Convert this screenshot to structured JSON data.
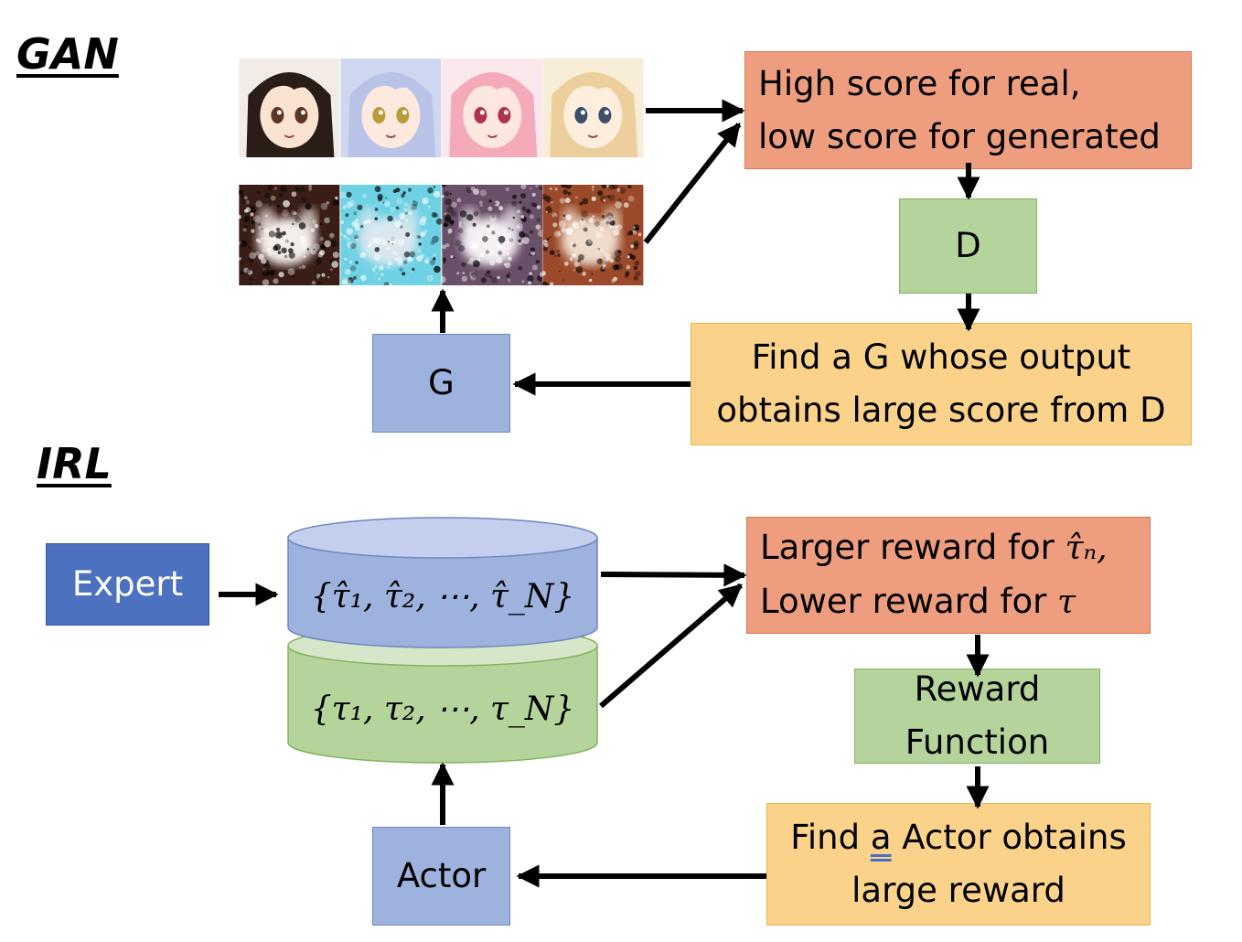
{
  "gan": {
    "title": "GAN",
    "scorer_box": {
      "line1": "High score for real,",
      "line2": "low score for generated"
    },
    "discriminator": "D",
    "generator": "G",
    "objective_box": {
      "line1": "Find a G whose output",
      "line2": "obtains large score from D"
    },
    "real_images": [
      {
        "hair": "#2a1c17",
        "skin": "#fbe3d2",
        "eye": "#5b3524",
        "bg": "#f3ece6"
      },
      {
        "hair": "#b9c3e8",
        "skin": "#fde9dd",
        "eye": "#b89b3a",
        "bg": "#cfd6ef"
      },
      {
        "hair": "#f4aab8",
        "skin": "#fde7e0",
        "eye": "#b1324f",
        "bg": "#fbe8ec"
      },
      {
        "hair": "#eccf9c",
        "skin": "#fdeedd",
        "eye": "#3d4f6a",
        "bg": "#f7ecd6"
      }
    ],
    "generated_images": [
      {
        "bg": "#3a1d17",
        "blob": "#f4ede8"
      },
      {
        "bg": "#6fd2e4",
        "blob": "#dbe7f0"
      },
      {
        "bg": "#6a4f68",
        "blob": "#f4f0f4"
      },
      {
        "bg": "#9a4a2a",
        "blob": "#f0dccb"
      }
    ]
  },
  "irl": {
    "title": "IRL",
    "expert": "Expert",
    "actor": "Actor",
    "expert_trajectories": "{τ̂₁, τ̂₂, ⋯, τ̂_N}",
    "actor_trajectories": "{τ₁, τ₂, ⋯, τ_N}",
    "reward_rule_box": {
      "line1_text": "Larger reward for ",
      "line1_math": "τ̂ₙ,",
      "line2_text": "Lower reward for ",
      "line2_math": "τ"
    },
    "reward_function": {
      "line1": "Reward",
      "line2": "Function"
    },
    "objective_box": {
      "line1_pre": "Find ",
      "line1_underlined": "a",
      "line1_post": " Actor obtains",
      "line2": "large reward"
    }
  },
  "colors": {
    "orange": "#ee9e7e",
    "green": "#b5d49c",
    "yellow": "#fbd28a",
    "light_blue": "#9eb2de",
    "dark_blue": "#4b71bf",
    "cylinder_top_blue": "#c4cfed",
    "cylinder_top_green": "#d6e6c8"
  }
}
